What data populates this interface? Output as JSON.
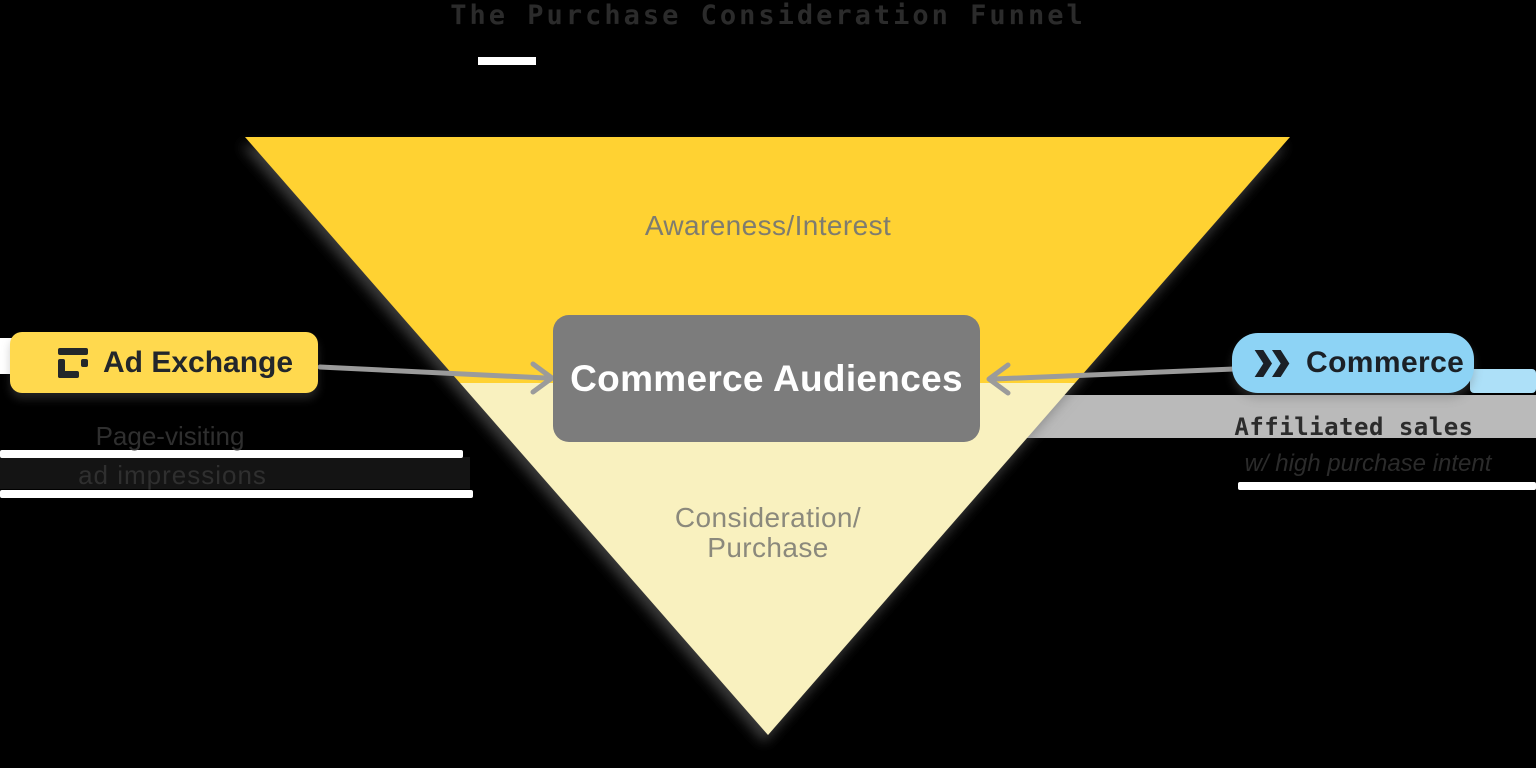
{
  "title": {
    "text": "The Purchase Consideration Funnel"
  },
  "funnel": {
    "top_label": "Awareness/Interest",
    "bottom_label_line1": "Consideration/",
    "bottom_label_line2": "Purchase",
    "center_box_label": "Commerce Audiences",
    "colors": {
      "top": "#FFD233",
      "bottom": "#F9F1BF",
      "box": "#7C7C7C",
      "label_text": "#7E7C6F"
    }
  },
  "left_source": {
    "pill_label": "Ad Exchange",
    "icon": "ad-exchange-logo-icon",
    "caption_line1": "Page-visiting",
    "caption_line2": "ad impressions",
    "pill_color": "#FFD94E"
  },
  "right_source": {
    "pill_label": "Commerce",
    "icon": "double-chevron-icon",
    "caption_line1": "Affiliated sales",
    "caption_line2": "w/ high purchase intent",
    "pill_color": "#8DD3F5",
    "tail_color": "#ADE0F8",
    "band_color": "#BABABA"
  },
  "arrows": {
    "color": "#9B9B9B"
  },
  "decor": {
    "stripe_color": "#FFFFFF"
  }
}
